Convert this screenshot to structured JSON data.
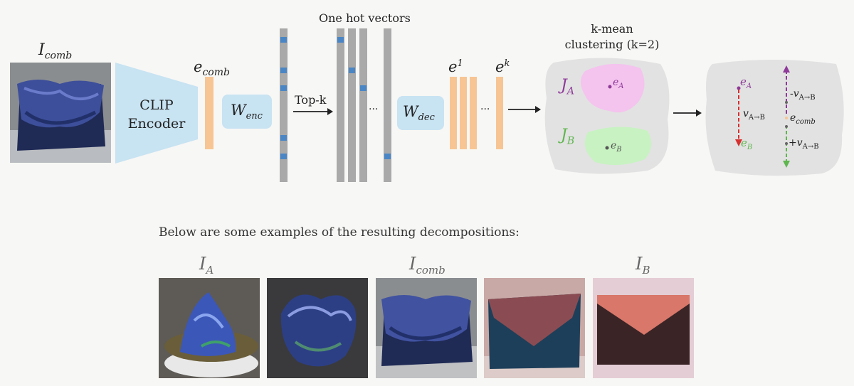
{
  "diagram": {
    "input_label": {
      "base": "I",
      "sub": "comb"
    },
    "clip_label_1": "CLIP",
    "clip_label_2": "Encoder",
    "ecomb_label": {
      "base": "e",
      "sub": "comb"
    },
    "wenc_label": {
      "base": "W",
      "sub": "enc"
    },
    "topk_label": "Top-k",
    "one_hot_label": "One hot vectors",
    "ellipsis": "...",
    "wdec_label": {
      "base": "W",
      "sub": "dec"
    },
    "e1_label": {
      "base": "e",
      "sup": "1"
    },
    "ek_label": {
      "base": "e",
      "sup": "k"
    },
    "cluster_title_1": "k-mean",
    "cluster_title_2": "clustering (k=2)",
    "cluster_A": {
      "script": "J",
      "sub": "A",
      "point": "e",
      "point_sub": "A"
    },
    "cluster_B": {
      "script": "J",
      "sub": "B",
      "point": "e",
      "point_sub": "B"
    },
    "vectors": {
      "eA": {
        "base": "e",
        "sub": "A"
      },
      "eB": {
        "base": "e",
        "sub": "B"
      },
      "v": {
        "base": "v",
        "sub": "A→B"
      },
      "neg_v": {
        "prefix": "-",
        "base": "v",
        "sub": "A→B"
      },
      "ecomb": {
        "base": "e",
        "sub": "comb"
      },
      "pos_v": {
        "prefix": "+",
        "base": "v",
        "sub": "A→B"
      }
    },
    "colors": {
      "orange": "#f7c594",
      "blue_box": "#c8e3f2",
      "gray_bar": "#a9a9a9",
      "slot_blue": "#4a86c5",
      "purple": "#8e3a99",
      "green": "#5fb64f",
      "red": "#d63030",
      "pink": "#f4c3ee",
      "light_green": "#c8f2c2"
    }
  },
  "caption": "Below are some examples of the resulting decompositions:",
  "examples": {
    "label_A": {
      "base": "I",
      "sub": "A"
    },
    "label_comb": {
      "base": "I",
      "sub": "comb"
    },
    "label_B": {
      "base": "I",
      "sub": "B"
    }
  }
}
